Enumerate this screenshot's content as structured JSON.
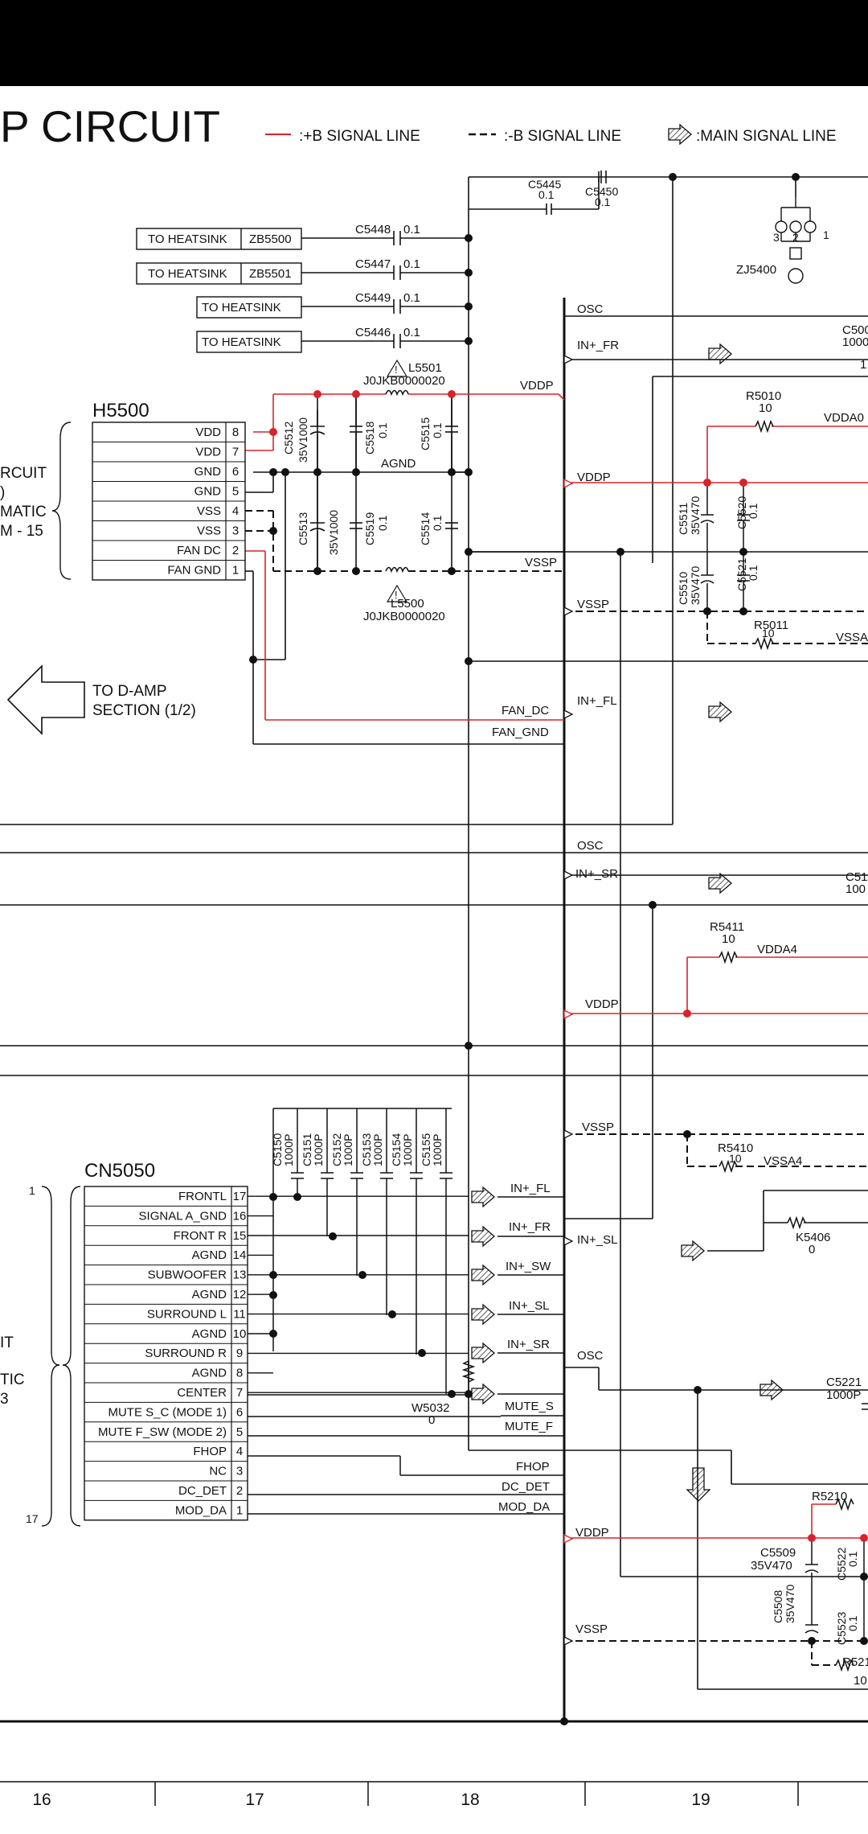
{
  "title": "P CIRCUIT",
  "legend": {
    "plus_b": ":+B SIGNAL LINE",
    "minus_b": ":-B SIGNAL LINE",
    "main": ":MAIN SIGNAL LINE"
  },
  "colors": {
    "plus_b": "#d8232a",
    "wire": "#111111"
  },
  "heatsink": {
    "label": "TO HEATSINK",
    "refs": [
      "ZB5500",
      "ZB5501"
    ]
  },
  "caps_top": {
    "c5448": "C5448",
    "c5447": "C5447",
    "c5449": "C5449",
    "c5446": "C5446",
    "val": "0.1",
    "c5445": "C5445",
    "c5450": "C5450"
  },
  "zj": {
    "ref": "ZJ5400",
    "p1": "1",
    "p2": "2",
    "p3": "3"
  },
  "h5500": {
    "ref": "H5500",
    "pins": [
      {
        "name": "VDD",
        "num": "8"
      },
      {
        "name": "VDD",
        "num": "7"
      },
      {
        "name": "GND",
        "num": "6"
      },
      {
        "name": "GND",
        "num": "5"
      },
      {
        "name": "VSS",
        "num": "4"
      },
      {
        "name": "VSS",
        "num": "3"
      },
      {
        "name": "FAN DC",
        "num": "2"
      },
      {
        "name": "FAN GND",
        "num": "1"
      }
    ]
  },
  "left_partial": [
    "RCUIT",
    ")",
    "MATIC",
    "M - 15"
  ],
  "left_partial2": [
    "IT",
    "TIC",
    "3"
  ],
  "bracket_nums": {
    "top": "1",
    "bottom": "17"
  },
  "inductors": {
    "l5501": "L5501",
    "l5500": "L5500",
    "part": "J0JKB0000020"
  },
  "power_caps": {
    "c5512": "C5512",
    "c5512v": "35V1000",
    "c5518": "C5518",
    "c5515": "C5515",
    "c5513": "C5513",
    "c5513v": "35V1000",
    "c5519": "C5519",
    "c5514": "C5514",
    "val": "0.1"
  },
  "nets": {
    "vddp": "VDDP",
    "vssp": "VSSP",
    "agnd": "AGND",
    "fan_dc": "FAN_DC",
    "fan_gnd": "FAN_GND",
    "osc": "OSC",
    "in_fr": "IN+_FR",
    "in_fl": "IN+_FL",
    "in_sr": "IN+_SR",
    "in_sw": "IN+_SW",
    "in_sl": "IN+_SL",
    "mute_s": "MUTE_S",
    "mute_f": "MUTE_F",
    "fhop": "FHOP",
    "dc_det": "DC_DET",
    "mod_da": "MOD_DA"
  },
  "arrow_text": [
    "TO D-AMP",
    "SECTION (1/2)"
  ],
  "right": {
    "r5010": "R5010",
    "r5010v": "10",
    "vdda0": "VDDA0",
    "c5011": "C5511",
    "c5011v": "35V470",
    "c5520": "C5520",
    "c5510": "C5510",
    "c5510v": "35V470",
    "c5521": "C5521",
    "r5011": "R5011",
    "r5011v": "10",
    "vssa": "VSSA",
    "c500": "C500",
    "c500v": "1000",
    "c51": "C51",
    "c51v": "100",
    "r5411": "R5411",
    "r5411v": "10",
    "vdda4": "VDDA4",
    "r5410": "R5410",
    "r5410v": "10",
    "vssa4": "VSSA4",
    "k5406": "K5406",
    "k5406v": "0",
    "c5221": "C5221",
    "c5221v": "1000P",
    "r5210": "R5210",
    "c5509": "C5509",
    "c5509v": "35V470",
    "c5522": "C5522",
    "c5508": "C5508",
    "c5508v": "35V470",
    "c5523": "C5523",
    "r521": "R521",
    "r521v": "10",
    "val": "0.1",
    "one": "1"
  },
  "cn_caps": [
    {
      "ref": "C5150",
      "val": "1000P"
    },
    {
      "ref": "C5151",
      "val": "1000P"
    },
    {
      "ref": "C5152",
      "val": "1000P"
    },
    {
      "ref": "C5153",
      "val": "1000P"
    },
    {
      "ref": "C5154",
      "val": "1000P"
    },
    {
      "ref": "C5155",
      "val": "1000P"
    }
  ],
  "cn5050": {
    "ref": "CN5050",
    "pins": [
      {
        "name": "FRONTL",
        "num": "17"
      },
      {
        "name": "SIGNAL A_GND",
        "num": "16"
      },
      {
        "name": "FRONT R",
        "num": "15"
      },
      {
        "name": "AGND",
        "num": "14"
      },
      {
        "name": "SUBWOOFER",
        "num": "13"
      },
      {
        "name": "AGND",
        "num": "12"
      },
      {
        "name": "SURROUND L",
        "num": "11"
      },
      {
        "name": "AGND",
        "num": "10"
      },
      {
        "name": "SURROUND R",
        "num": "9"
      },
      {
        "name": "AGND",
        "num": "8"
      },
      {
        "name": "CENTER",
        "num": "7"
      },
      {
        "name": "MUTE S_C (MODE 1)",
        "num": "6"
      },
      {
        "name": "MUTE F_SW (MODE 2)",
        "num": "5"
      },
      {
        "name": "FHOP",
        "num": "4"
      },
      {
        "name": "NC",
        "num": "3"
      },
      {
        "name": "DC_DET",
        "num": "2"
      },
      {
        "name": "MOD_DA",
        "num": "1"
      }
    ]
  },
  "w5032": {
    "ref": "W5032",
    "val": "0"
  },
  "grid_numbers": [
    "16",
    "17",
    "18",
    "19"
  ]
}
